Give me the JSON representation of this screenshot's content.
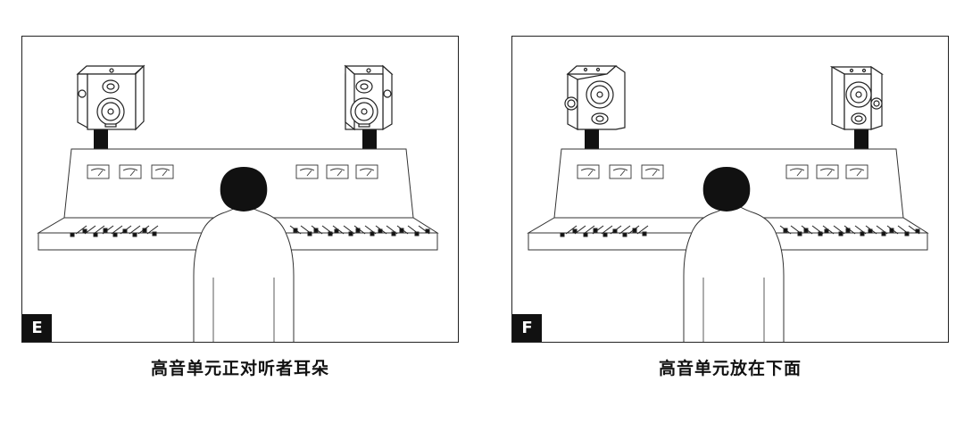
{
  "panels": [
    {
      "label": "E",
      "caption": "高音单元正对听者耳朵",
      "speaker_orientation": "upright"
    },
    {
      "label": "F",
      "caption": "高音单元放在下面",
      "speaker_orientation": "inverted"
    }
  ],
  "colors": {
    "ink": "#111111",
    "line": "#333333",
    "background": "#ffffff"
  }
}
